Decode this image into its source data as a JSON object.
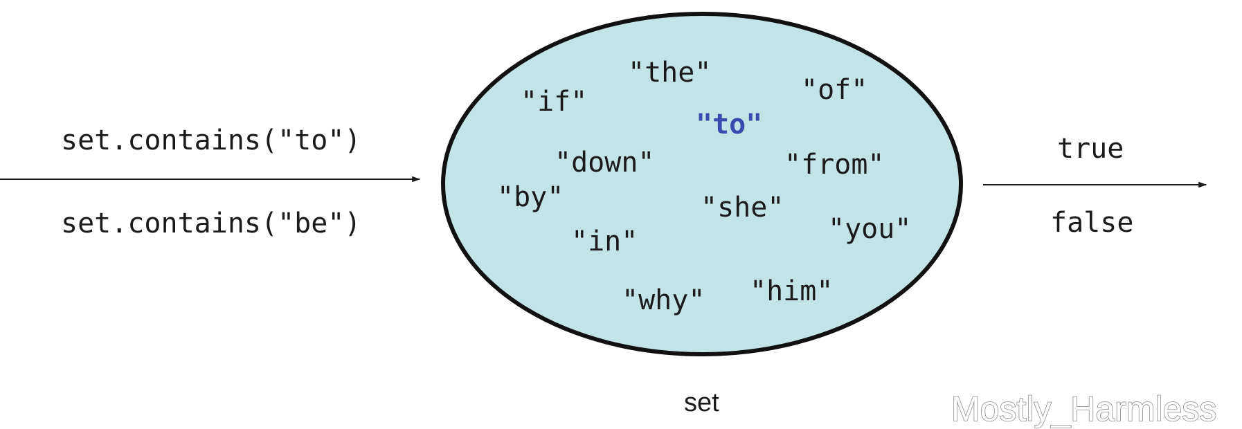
{
  "inputs": {
    "query_1": "set.contains(\"to\")",
    "query_2": "set.contains(\"be\")"
  },
  "set": {
    "caption": "set",
    "fill_color": "#c3e4e6",
    "words": [
      {
        "text": "\"the\"",
        "highlighted": false
      },
      {
        "text": "\"if\"",
        "highlighted": false
      },
      {
        "text": "\"of\"",
        "highlighted": false
      },
      {
        "text": "\"to\"",
        "highlighted": true
      },
      {
        "text": "\"down\"",
        "highlighted": false
      },
      {
        "text": "\"from\"",
        "highlighted": false
      },
      {
        "text": "\"by\"",
        "highlighted": false
      },
      {
        "text": "\"she\"",
        "highlighted": false
      },
      {
        "text": "\"you\"",
        "highlighted": false
      },
      {
        "text": "\"in\"",
        "highlighted": false
      },
      {
        "text": "\"why\"",
        "highlighted": false
      },
      {
        "text": "\"him\"",
        "highlighted": false
      }
    ]
  },
  "outputs": {
    "result_1": "true",
    "result_2": "false"
  },
  "watermark": "Mostly_Harmless",
  "colors": {
    "highlight": "#3a4bb0",
    "text": "#1a1a1a"
  }
}
